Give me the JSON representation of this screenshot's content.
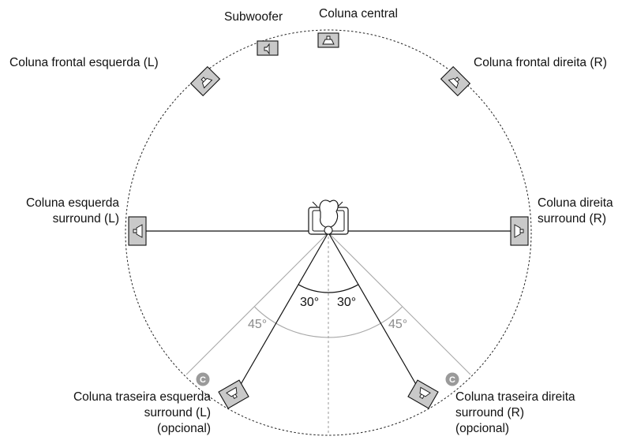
{
  "labels": {
    "subwoofer": "Subwoofer",
    "center": "Coluna central",
    "front_left": "Coluna frontal esquerda (L)",
    "front_right": "Coluna frontal direita (R)",
    "surround_left": [
      "Coluna esquerda",
      "surround (L)"
    ],
    "surround_right": [
      "Coluna direita",
      "surround (R)"
    ],
    "rear_left": [
      "Coluna traseira esquerda",
      "surround (L)",
      "(opcional)"
    ],
    "rear_right": [
      "Coluna traseira direita",
      "surround (R)",
      "(opcional)"
    ]
  },
  "angles": {
    "inner_left": "30°",
    "inner_right": "30°",
    "outer_left": "45°",
    "outer_right": "45°"
  },
  "badges": {
    "rear_left": "C",
    "rear_right": "C"
  },
  "colors": {
    "speaker_fill": "#c9c9c9",
    "line": "#111111",
    "grey_line": "#a8a8a8",
    "badge": "#9a9a9a"
  },
  "icons": {
    "speaker": "speaker-icon",
    "listener": "listener-armchair-icon"
  }
}
